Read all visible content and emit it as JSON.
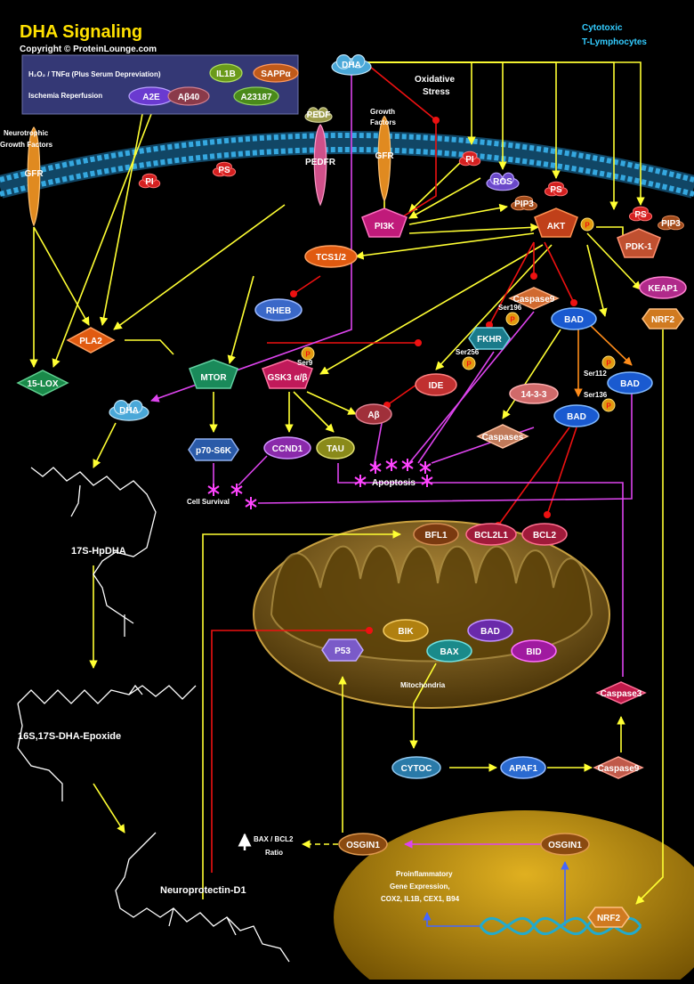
{
  "header": {
    "title": "DHA Signaling",
    "copyright": "Copyright © ProteinLounge.com",
    "corner_label_line1": "Cytotoxic",
    "corner_label_line2": "T-Lymphocytes"
  },
  "stimulus_box": {
    "line1": "H₂O₂ / TNFα (Plus Serum Depreviation)",
    "line2": "Ischemia Reperfusion",
    "chips": [
      "IL1B",
      "SAPPα",
      "A2E",
      "Aβ40",
      "A23187"
    ]
  },
  "labels": {
    "oxidative_stress_1": "Oxidative",
    "oxidative_stress_2": "Stress",
    "neurotrophic_1": "Neurotrophic",
    "neurotrophic_2": "Growth Factors",
    "growth_factors_1": "Growth",
    "growth_factors_2": "Factors",
    "ser196": "Ser196",
    "ser256": "Ser256",
    "ser9": "Ser9",
    "ser112": "Ser112",
    "ser136": "Ser136",
    "apoptosis": "Apoptosis",
    "cell_survival": "Cell Survival",
    "mitochondria": "Mitochondria",
    "bax_bcl2_1": "BAX / BCL2",
    "bax_bcl2_2": "Ratio",
    "proinflam_1": "Proinflammatory",
    "proinflam_2": "Gene Expression,",
    "proinflam_3": "COX2, IL1B, CEX1, B94",
    "hpdha": "17S-HpDHA",
    "epoxide": "16S,17S-DHA-Epoxide",
    "npd1": "Neuroprotectin-D1",
    "phospho": "P"
  },
  "nodes": {
    "dha_top": "DHA",
    "dha_mid": "DHA",
    "gfr_left": "GFR",
    "pi_left": "PI",
    "ps_left": "PS",
    "pedf": "PEDF",
    "pedfr": "PEDFR",
    "gfr_mid": "GFR",
    "pi_right": "PI",
    "ros": "ROS",
    "ps_right": "PS",
    "ps_far": "PS",
    "pip3_a": "PIP3",
    "pip3_b": "PIP3",
    "pi3k": "PI3K",
    "akt": "AKT",
    "pdk1": "PDK-1",
    "tcs12": "TCS1/2",
    "rheb": "RHEB",
    "pla2": "PLA2",
    "lox15": "15-LOX",
    "mtor": "MTOR",
    "gsk3": "GSK3 α/β",
    "p70s6k": "p70-S6K",
    "ccnd1": "CCND1",
    "tau": "TAU",
    "abeta": "Aβ",
    "ide": "IDE",
    "fkhr": "FKHR",
    "caspase9_top": "Caspase9",
    "bad_a": "BAD",
    "bad_b": "BAD",
    "bad_c": "BAD",
    "p1433": "14-3-3",
    "caspases": "Caspases",
    "keap1": "KEAP1",
    "nrf2_top": "NRF2",
    "bfl1": "BFL1",
    "bcl2l1": "BCL2L1",
    "bcl2": "BCL2",
    "bik": "BIK",
    "bad_mito": "BAD",
    "bax": "BAX",
    "bid": "BID",
    "p53": "P53",
    "caspase3": "Caspase3",
    "cytoc": "CYTOC",
    "apaf1": "APAF1",
    "caspase9_bot": "Caspase9",
    "osgin1_left": "OSGIN1",
    "osgin1_right": "OSGIN1",
    "nrf2_bot": "NRF2"
  },
  "colors": {
    "background": "#000000",
    "title": "#ffe100",
    "activation_arrow": "#ffff33",
    "inhibition": "#ee1111",
    "apoptosis_link": "#dd44ee",
    "dna": "#22aacc",
    "mitochondria": "#8a6a22",
    "nucleus": "#c89a10",
    "membrane": "#35a8e0"
  }
}
